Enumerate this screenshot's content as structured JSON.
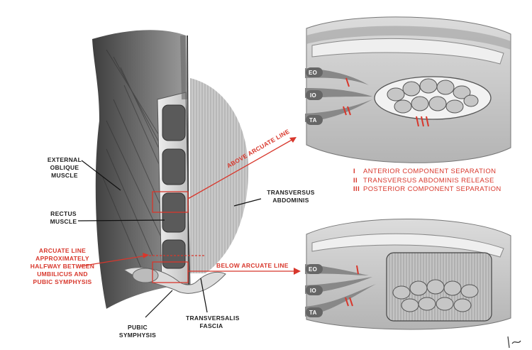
{
  "labels": {
    "external_oblique": "External oblique muscle",
    "rectus": "Rectus muscle",
    "arcuate_line": "Arcuate Line approximately halfway between umbilicus and pubic symphysis",
    "transversus_abdominis": "Transversus abdominis",
    "transversalis_fascia": "Transversalis fascia",
    "pubic_symphysis": "Pubic symphysis",
    "above_arcuate": "Above Arcuate Line",
    "below_arcuate": "Below Arcuate Line"
  },
  "layers": {
    "eo": "EO",
    "io": "IO",
    "ta": "TA"
  },
  "legend": [
    {
      "numeral": "I",
      "text": "Anterior component separation"
    },
    {
      "numeral": "II",
      "text": "Transversus abdominis release"
    },
    {
      "numeral": "III",
      "text": "Posterior component separation"
    }
  ],
  "markers": {
    "one": "I",
    "two": "II",
    "three": "III"
  },
  "signature": "Ja",
  "colors": {
    "accent": "#d8372c",
    "muscle_dark": "#4a4a4a",
    "tissue": "#c8c8c8"
  }
}
